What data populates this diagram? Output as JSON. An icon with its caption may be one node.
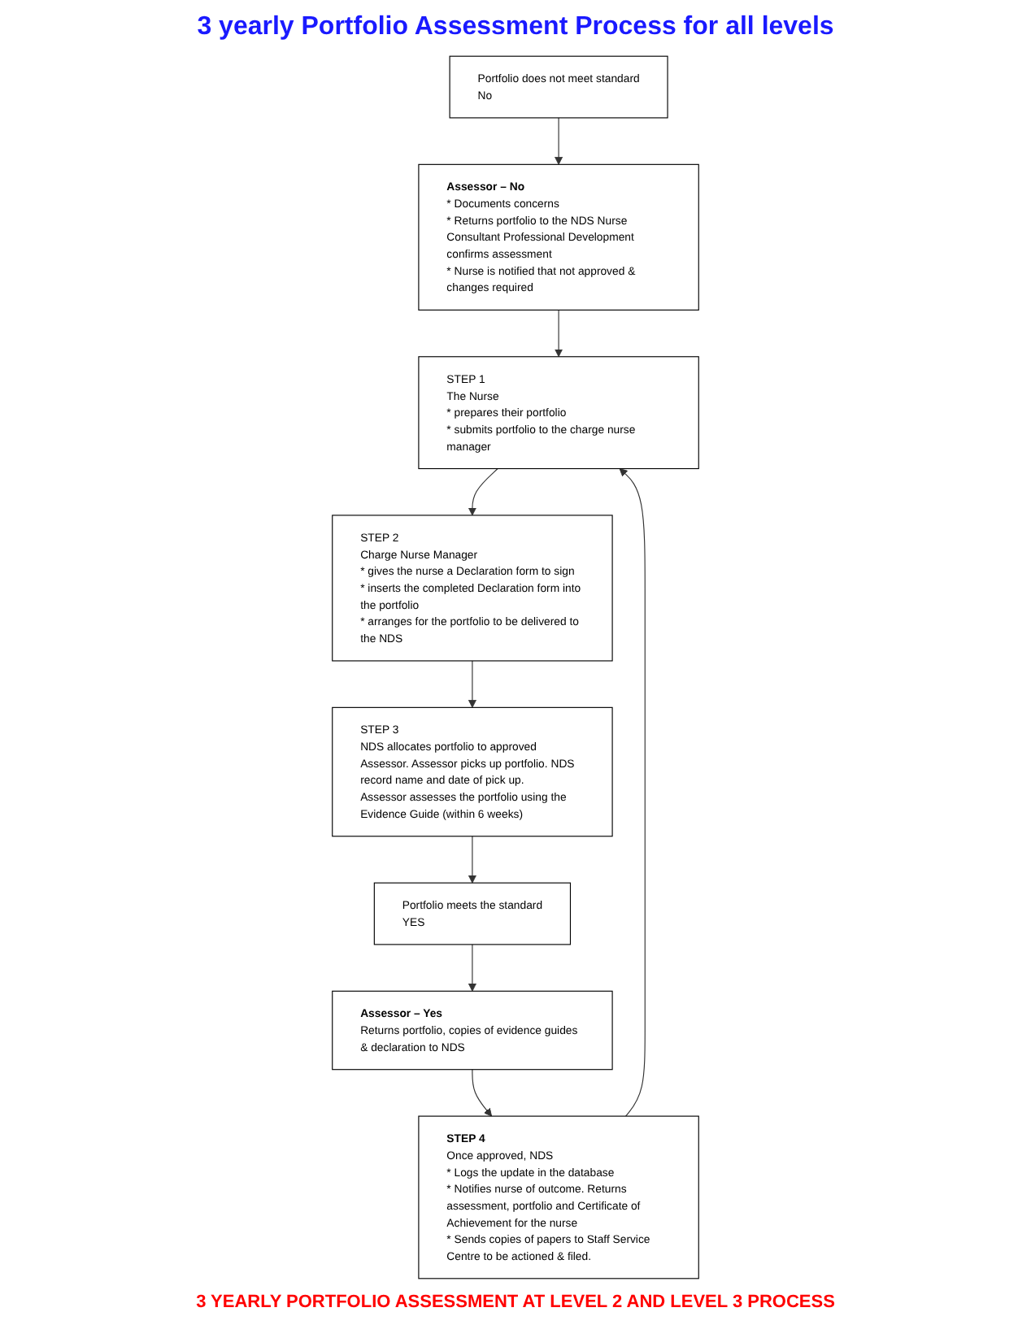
{
  "diagram": {
    "title": "3 yearly Portfolio Assessment Process for all levels",
    "caption": "3 YEARLY PORTFOLIO ASSESSMENT AT LEVEL 2 AND LEVEL 3 PROCESS",
    "nodes": [
      {
        "text": [
          "STEP 1",
          "The Nurse",
          "* prepares their portfolio",
          "* submits portfolio to the charge nurse manager"
        ]
      },
      {
        "text": [
          "STEP 2",
          "Charge Nurse Manager",
          "* gives the nurse a Declaration form to sign",
          "* inserts the completed Declaration form into the portfolio",
          "* arranges for the portfolio to be delivered to the NDS"
        ]
      },
      {
        "text": [
          "STEP 3",
          "NDS allocates portfolio to approved Assessor. Assessor picks up portfolio. NDS record name and date of pick up.",
          "Assessor assesses the portfolio using the Evidence Guide (within 6 weeks)"
        ]
      },
      {
        "text": [
          "Portfolio meets the standard",
          "YES"
        ]
      },
      {
        "text": [
          "Portfolio does not meet standard",
          "No"
        ]
      },
      {
        "text": [
          "Assessor – Yes",
          "Returns portfolio, copies of evidence guides & declaration to NDS"
        ]
      },
      {
        "text": [
          "Assessor – No",
          "* Documents concerns",
          "* Returns portfolio to the NDS Nurse Consultant Professional Development confirms assessment",
          "* Nurse is notified that not approved & changes required"
        ]
      },
      {
        "text": [
          "STEP 4",
          "Once approved, NDS",
          "* Logs the update in the database",
          "* Notifies nurse of outcome. Returns assessment, portfolio and Certificate of Achievement for the nurse",
          "* Sends copies of papers to Staff Service Centre to be actioned & filed."
        ]
      }
    ],
    "edges": [
      {
        "from": 0,
        "to": 1,
        "arrow": "to"
      },
      {
        "from": 1,
        "to": 2,
        "arrow": "to"
      },
      {
        "from": 2,
        "to": 3,
        "arrow": "to"
      },
      {
        "from": 3,
        "to": 5,
        "arrow": "to"
      },
      {
        "from": 4,
        "to": 6,
        "arrow": "to"
      },
      {
        "from": 5,
        "to": 7,
        "arrow": "to"
      },
      {
        "from": 7,
        "to": 0,
        "arrow": "to"
      },
      {
        "from": 6,
        "to": 0,
        "arrow": "to"
      }
    ]
  }
}
